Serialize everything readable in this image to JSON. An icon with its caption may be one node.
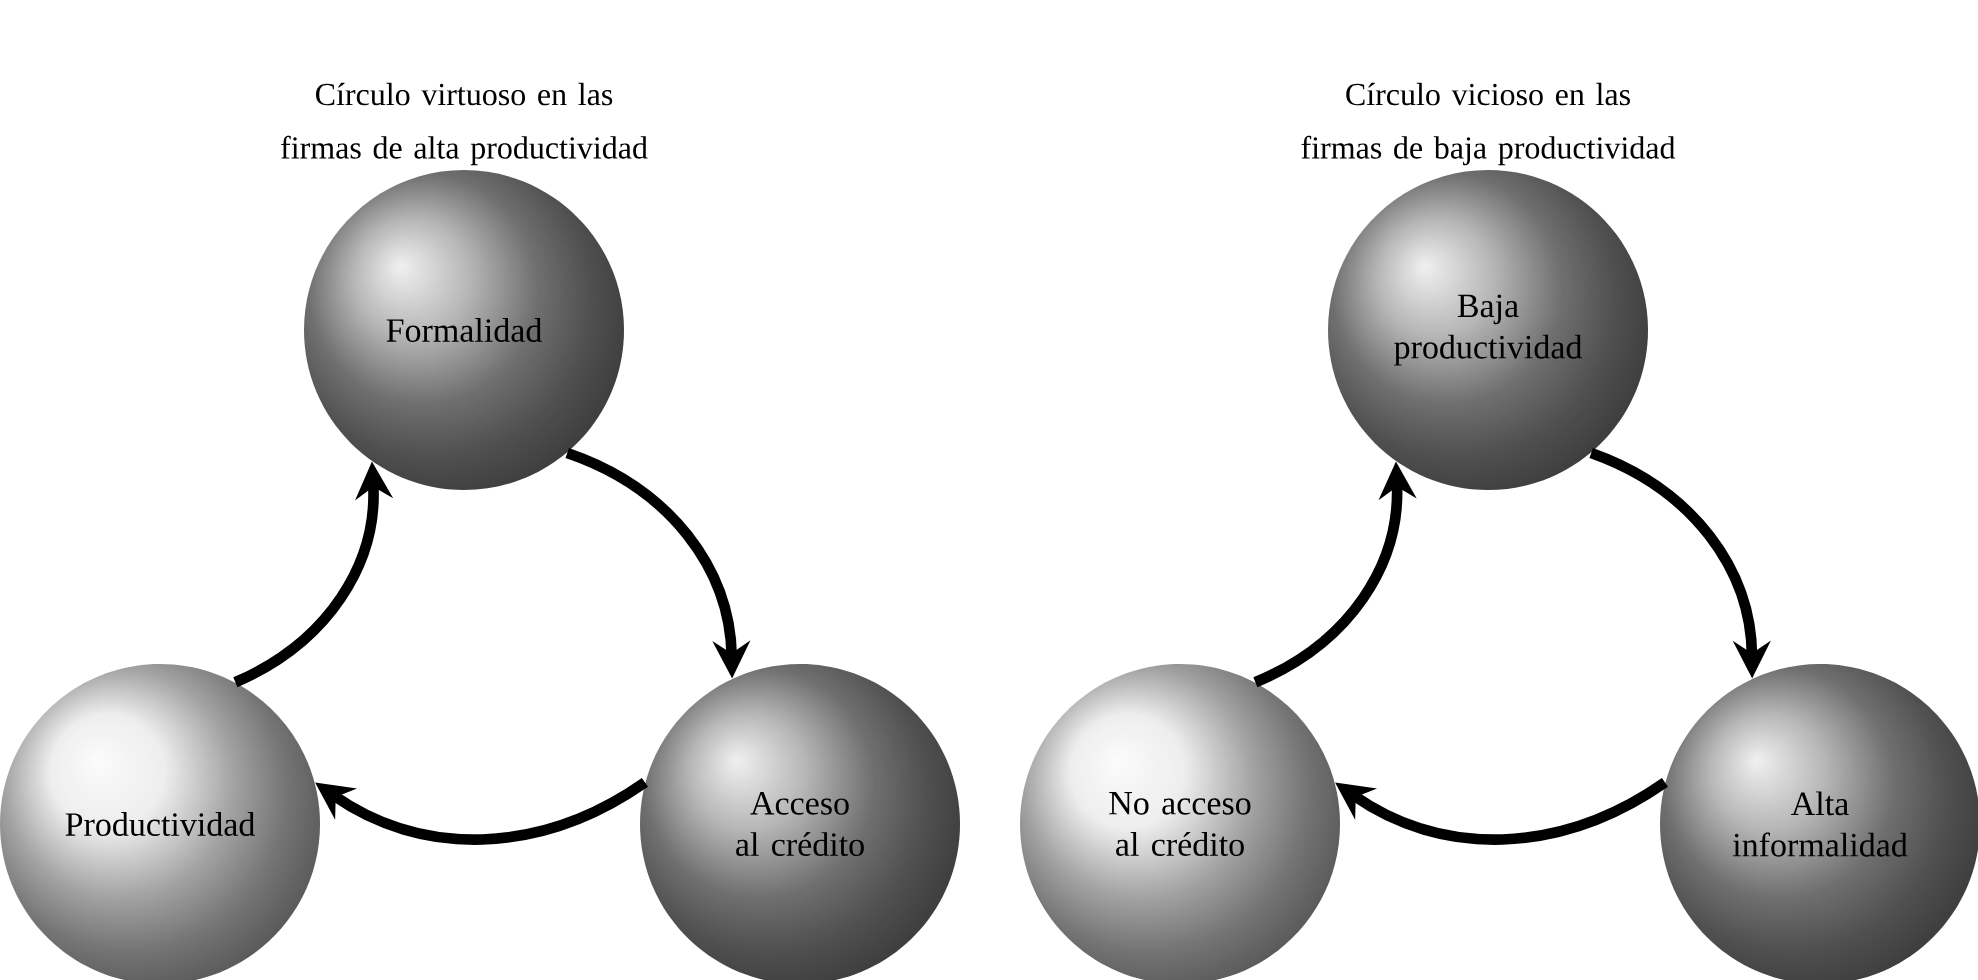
{
  "diagram": {
    "nodes": [
      {
        "text": [
          "Formalidad"
        ]
      },
      {
        "text": [
          "Acceso al crédito"
        ]
      },
      {
        "text": [
          "Productividad"
        ]
      },
      {
        "text": [
          "Baja productividad"
        ]
      },
      {
        "text": [
          "Alta informalidad"
        ]
      },
      {
        "text": [
          "No acceso al crédito"
        ]
      }
    ],
    "edges": [
      {
        "from": 0,
        "to": 1,
        "arrow": "to"
      },
      {
        "from": 1,
        "to": 2,
        "arrow": "to"
      },
      {
        "from": 2,
        "to": 0,
        "arrow": "to"
      },
      {
        "from": 3,
        "to": 4,
        "arrow": "to"
      },
      {
        "from": 4,
        "to": 5,
        "arrow": "to"
      },
      {
        "from": 5,
        "to": 3,
        "arrow": "to"
      }
    ],
    "labels": [
      "Círculo virtuoso en las firmas de alta productividad",
      "Círculo vicioso en las firmas de baja productividad"
    ]
  }
}
